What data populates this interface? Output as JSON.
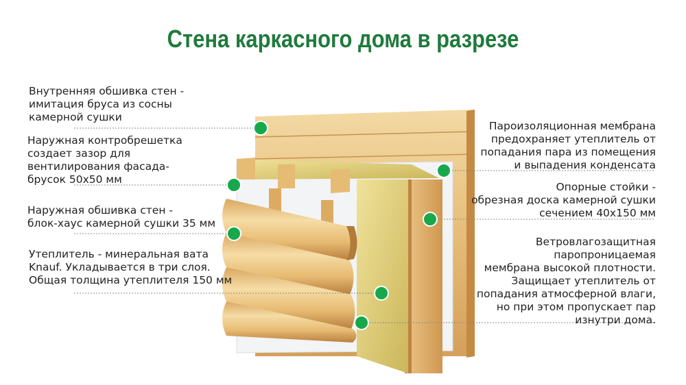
{
  "title": "Стена каркасного дома в разрезе",
  "colors": {
    "title": "#1f7a3c",
    "marker": "#18a84c",
    "wood_light": "#f1d39a",
    "wood_mid": "#e2b46c",
    "wood_dark": "#c98f45",
    "insulation": "#e3d47a",
    "membrane": "#f4f6f8"
  },
  "labels": {
    "inner_lining": "Внутренняя обшивка стен -\nимитация бруса из сосны\nкамерной сушки",
    "counter_batten": "Наружная контробрешетка\nсоздает зазор для\nвентилирования фасада-\nбрусок 50х50 мм",
    "outer_lining": "Наружная обшивка стен -\nблок-хаус камерной сушки 35 мм",
    "insulation": "Утеплитель - минеральная вата\nKnauf. Укладывается в три слоя.\nОбщая толщина утеплителя 150 мм",
    "vapor_membrane": "Пароизоляционная мембрана\nпредохраняет утеплитель от\nпопадания пара из помещения\nи выпадения конденсата",
    "studs": "Опорные стойки -\nобрезная доска камерной сушки\nсечением 40х150 мм",
    "wind_membrane": "Ветровлагозащитная\nпаропроницаемая\nмембрана высокой плотности.\nЗащищает утеплитель от\nпопадания атмосферной влаги,\nно при этом пропускает пар\nизнутри дома."
  }
}
